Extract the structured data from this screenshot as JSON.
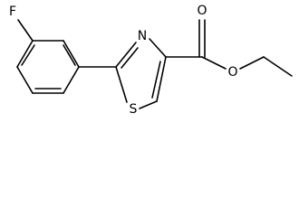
{
  "molecule": {
    "atoms": {
      "fluorine": "F",
      "ring_nitrogen": "N",
      "ring_sulfur": "S",
      "carbonyl_oxygen": "O",
      "ester_oxygen": "O"
    }
  }
}
